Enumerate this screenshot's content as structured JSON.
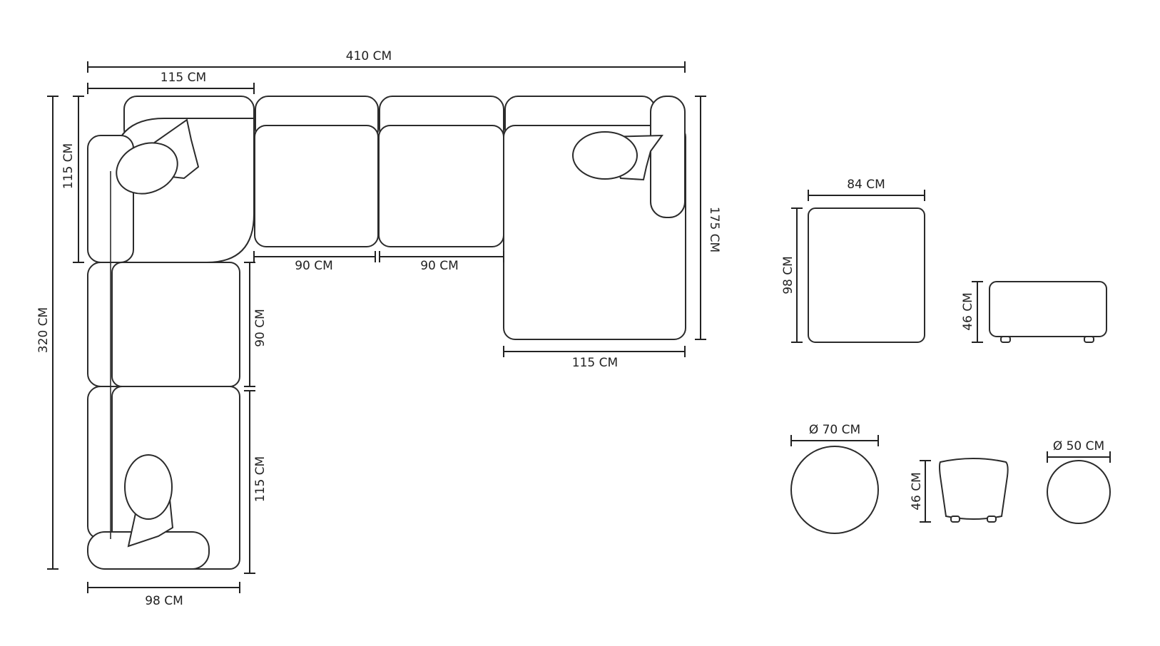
{
  "dimensions": {
    "overall_width": "410 CM",
    "overall_depth": "320 CM",
    "corner_width": "115 CM",
    "corner_depth": "115 CM",
    "middle_1": "90 CM",
    "middle_2": "90 CM",
    "chaise_depth": "175 CM",
    "chaise_width": "115 CM",
    "side_module": "90 CM",
    "bottom_module": "115 CM",
    "bottom_width": "98 CM",
    "ottoman_width": "84 CM",
    "ottoman_depth": "98 CM",
    "ottoman_height": "46 CM",
    "table_large_diameter": "Ø 70 CM",
    "pouf_height": "46 CM",
    "table_small_diameter": "Ø 50 CM"
  }
}
